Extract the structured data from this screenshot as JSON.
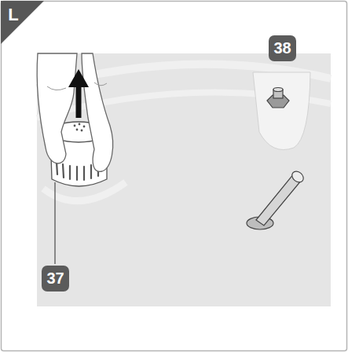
{
  "diagram": {
    "labels": [
      "L",
      "38",
      "37"
    ]
  }
}
